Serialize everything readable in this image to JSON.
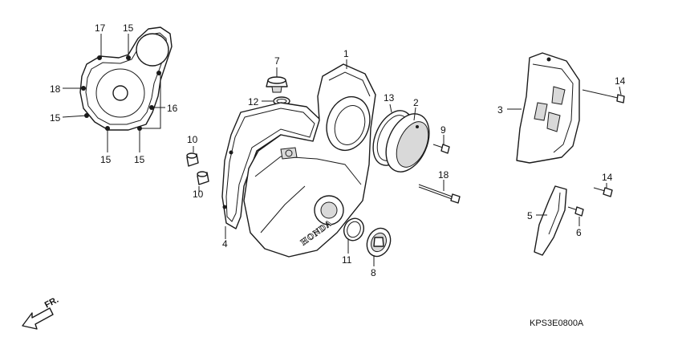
{
  "callouts": {
    "c1": "1",
    "c2": "2",
    "c3": "3",
    "c4": "4",
    "c5": "5",
    "c6": "6",
    "c7": "7",
    "c8": "8",
    "c9": "9",
    "c10a": "10",
    "c10b": "10",
    "c11": "11",
    "c12": "12",
    "c13": "13",
    "c14a": "14",
    "c14b": "14",
    "c15a": "15",
    "c15b": "15",
    "c15c": "15",
    "c15d": "15",
    "c16": "16",
    "c17": "17",
    "c18a": "18",
    "c18b": "18"
  },
  "brand_mark": "HONDA",
  "front_indicator": "FR.",
  "diagram_code": "KPS3E0800A"
}
